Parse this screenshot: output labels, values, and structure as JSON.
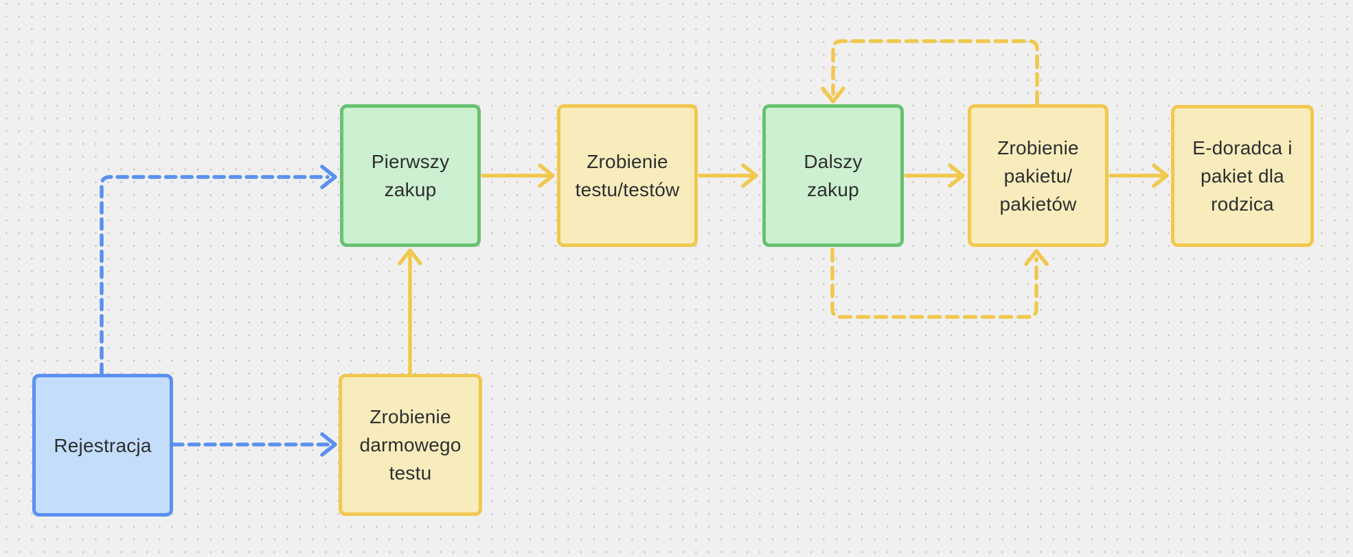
{
  "canvas": {
    "background_color": "#F0F0F0",
    "dot_grid_color": "#C2C2C2"
  },
  "colors": {
    "blue_border": "#5B8FF0",
    "blue_fill": "#C3DDFA",
    "green_border": "#68C170",
    "green_fill": "#CDF0D0",
    "yellow_border": "#F1C84E",
    "yellow_fill": "#F8ECBD",
    "connector_blue": "#5B8FF0",
    "connector_yellow": "#F1C84E",
    "text": "#2D2F2E"
  },
  "nodes": [
    {
      "id": "rejestracja",
      "label": "Rejestracja",
      "type": "blue"
    },
    {
      "id": "zrobienie-darmowego-testu",
      "label": "Zrobienie\ndarmowego\ntestu",
      "type": "yellow"
    },
    {
      "id": "pierwszy-zakup",
      "label": "Pierwszy\nzakup",
      "type": "green"
    },
    {
      "id": "zrobienie-testu-testow",
      "label": "Zrobienie\ntestu/testów",
      "type": "yellow"
    },
    {
      "id": "dalszy-zakup",
      "label": "Dalszy\nzakup",
      "type": "green"
    },
    {
      "id": "zrobienie-pakietu-pakietow",
      "label": "Zrobienie\npakietu/\npakietów",
      "type": "yellow"
    },
    {
      "id": "e-doradca",
      "label": "E-doradca i\npakiet dla\nrodzica",
      "type": "yellow"
    }
  ],
  "edges": [
    {
      "from": "rejestracja",
      "to": "pierwszy-zakup",
      "style": "dashed",
      "color": "blue",
      "route": "up-then-right"
    },
    {
      "from": "rejestracja",
      "to": "zrobienie-darmowego-testu",
      "style": "dashed",
      "color": "blue",
      "route": "right"
    },
    {
      "from": "zrobienie-darmowego-testu",
      "to": "pierwszy-zakup",
      "style": "solid",
      "color": "yellow",
      "route": "up"
    },
    {
      "from": "pierwszy-zakup",
      "to": "zrobienie-testu-testow",
      "style": "solid",
      "color": "yellow",
      "route": "right"
    },
    {
      "from": "zrobienie-testu-testow",
      "to": "dalszy-zakup",
      "style": "solid",
      "color": "yellow",
      "route": "right"
    },
    {
      "from": "dalszy-zakup",
      "to": "zrobienie-pakietu-pakietow",
      "style": "solid",
      "color": "yellow",
      "route": "right"
    },
    {
      "from": "zrobienie-pakietu-pakietow",
      "to": "e-doradca",
      "style": "solid",
      "color": "yellow",
      "route": "right"
    },
    {
      "from": "zrobienie-pakietu-pakietow",
      "to": "dalszy-zakup",
      "style": "dashed",
      "color": "yellow",
      "route": "loop-over-top"
    },
    {
      "from": "dalszy-zakup",
      "to": "zrobienie-pakietu-pakietow",
      "style": "dashed",
      "color": "yellow",
      "route": "loop-under-bottom"
    }
  ]
}
